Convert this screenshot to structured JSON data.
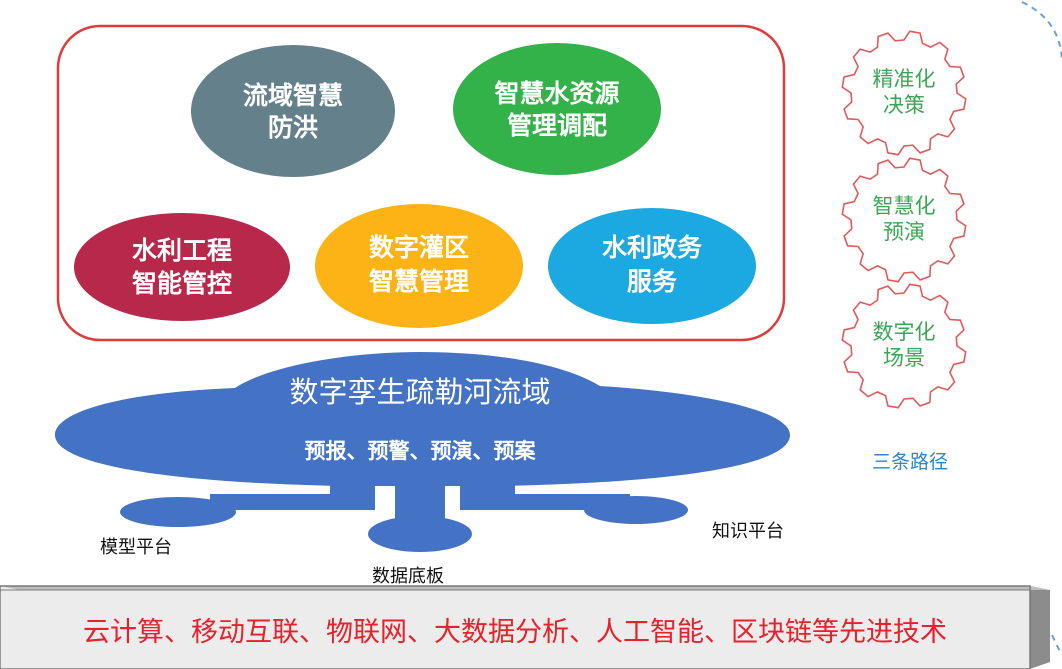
{
  "applications": [
    {
      "line1": "流域智慧",
      "line2": "防洪",
      "color": "#64808a"
    },
    {
      "line1": "智慧水资源",
      "line2": "管理调配",
      "color": "#33b24a"
    },
    {
      "line1": "水利工程",
      "line2": "智能管控",
      "color": "#b7284a"
    },
    {
      "line1": "数字灌区",
      "line2": "智慧管理",
      "color": "#fbb316"
    },
    {
      "line1": "水利政务",
      "line2": "服务",
      "color": "#1ca9e1"
    }
  ],
  "cloud": {
    "title": "数字孪生疏勒河流域",
    "subtitle": "预报、预警、预演、预案",
    "color": "#4472c4"
  },
  "platforms": {
    "model": "模型平台",
    "data": "数据底板",
    "knowledge": "知识平台"
  },
  "gears": [
    {
      "line1": "精准化",
      "line2": "决策"
    },
    {
      "line1": "智慧化",
      "line2": "预演"
    },
    {
      "line1": "数字化",
      "line2": "场景"
    }
  ],
  "paths_label": "三条路径",
  "base": {
    "text": "云计算、移动互联、物联网、大数据分析、人工智能、区块链等先进技术",
    "text_color": "#e8202a",
    "fill": "#ececec"
  },
  "colors": {
    "frame_red": "#e03a3a",
    "gear_outline": "#e05a5a",
    "gear_text": "#3aa655",
    "paths_text": "#2e86c8"
  }
}
